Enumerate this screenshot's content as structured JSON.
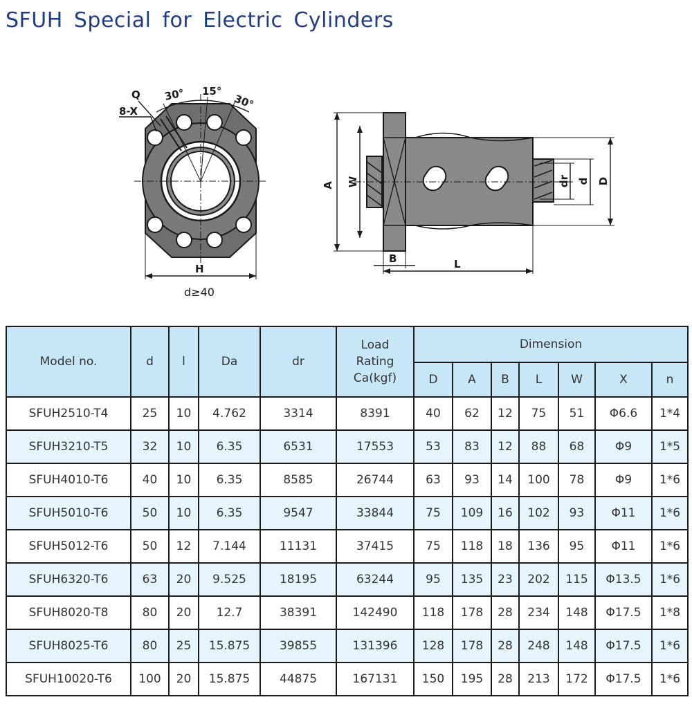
{
  "title": "SFUH Special for Electric Cylinders",
  "drawing": {
    "front_labels": [
      "Q",
      "8-X",
      "30°",
      "15°",
      "30°",
      "H",
      "d≥40"
    ],
    "side_labels": [
      "A",
      "W",
      "B",
      "L",
      "dr",
      "d",
      "D"
    ]
  },
  "table": {
    "group_header": "Dimension",
    "headers": [
      "Model no.",
      "d",
      "l",
      "Da",
      "dr"
    ],
    "load_rating": [
      "Load",
      "Rating",
      "Ca(kgf)"
    ],
    "dimension_headers": [
      "D",
      "A",
      "B",
      "L",
      "W",
      "X",
      "n"
    ],
    "rows": [
      [
        "SFUH2510-T4",
        "25",
        "10",
        "4.762",
        "3314",
        "8391",
        "40",
        "62",
        "12",
        "75",
        "51",
        "Φ6.6",
        "1*4"
      ],
      [
        "SFUH3210-T5",
        "32",
        "10",
        "6.35",
        "6531",
        "17553",
        "53",
        "83",
        "12",
        "88",
        "68",
        "Φ9",
        "1*5"
      ],
      [
        "SFUH4010-T6",
        "40",
        "10",
        "6.35",
        "8585",
        "26744",
        "63",
        "93",
        "14",
        "100",
        "78",
        "Φ9",
        "1*6"
      ],
      [
        "SFUH5010-T6",
        "50",
        "10",
        "6.35",
        "9547",
        "33844",
        "75",
        "109",
        "16",
        "102",
        "93",
        "Φ11",
        "1*6"
      ],
      [
        "SFUH5012-T6",
        "50",
        "12",
        "7.144",
        "11131",
        "37415",
        "75",
        "118",
        "18",
        "136",
        "95",
        "Φ11",
        "1*6"
      ],
      [
        "SFUH6320-T6",
        "63",
        "20",
        "9.525",
        "18195",
        "63244",
        "95",
        "135",
        "23",
        "202",
        "115",
        "Φ13.5",
        "1*6"
      ],
      [
        "SFUH8020-T8",
        "80",
        "20",
        "12.7",
        "38391",
        "142490",
        "118",
        "178",
        "28",
        "234",
        "148",
        "Φ17.5",
        "1*8"
      ],
      [
        "SFUH8025-T6",
        "80",
        "25",
        "15.875",
        "39855",
        "131396",
        "128",
        "178",
        "28",
        "248",
        "148",
        "Φ17.5",
        "1*6"
      ],
      [
        "SFUH10020-T6",
        "100",
        "20",
        "15.875",
        "44875",
        "167131",
        "150",
        "195",
        "28",
        "213",
        "172",
        "Φ17.5",
        "1*6"
      ]
    ]
  }
}
